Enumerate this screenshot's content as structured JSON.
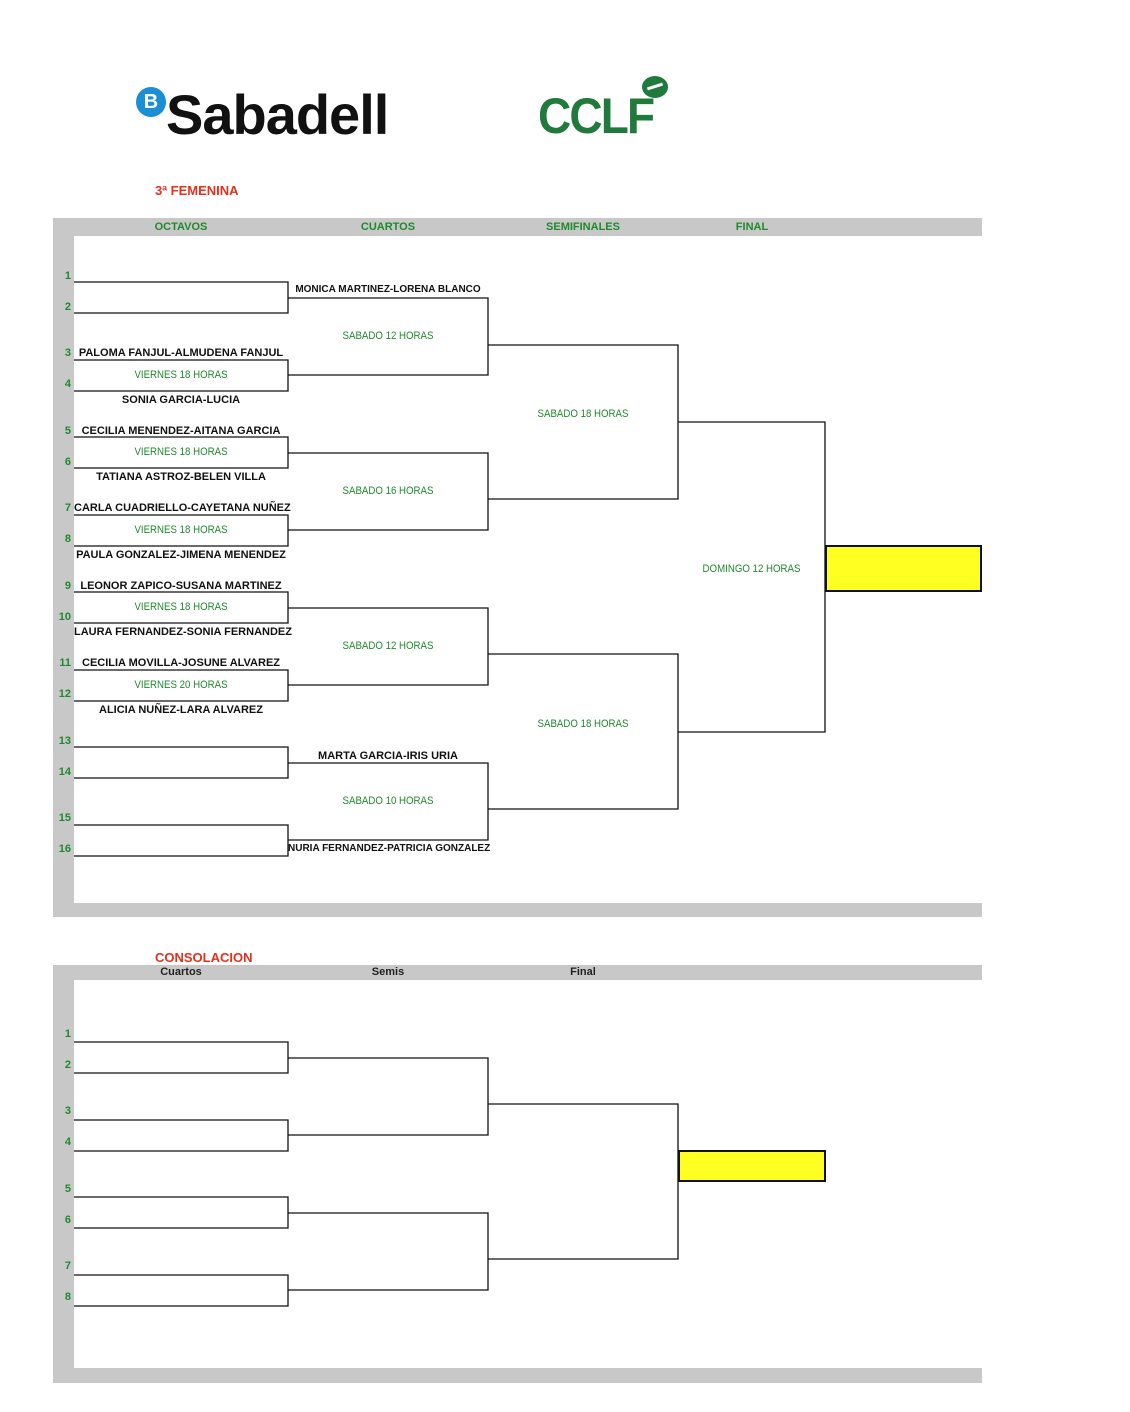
{
  "logos": {
    "sabadell_text": "Sabadell",
    "sabadell_badge": "B",
    "cclf_text": "CCLF"
  },
  "main": {
    "title": "3ª FEMENINA",
    "headers": [
      "OCTAVOS",
      "CUARTOS",
      "SEMIFINALES",
      "FINAL"
    ],
    "slot_numbers": [
      "1",
      "2",
      "3",
      "4",
      "5",
      "6",
      "7",
      "8",
      "9",
      "10",
      "11",
      "12",
      "13",
      "14",
      "15",
      "16"
    ],
    "octavos": [
      {
        "team_a": "PALOMA FANJUL-ALMUDENA FANJUL",
        "time": "VIERNES 18 HORAS",
        "team_b": "SONIA GARCIA-LUCIA"
      },
      {
        "team_a": "CECILIA MENENDEZ-AITANA GARCIA",
        "time": "VIERNES 18 HORAS",
        "team_b": "TATIANA ASTROZ-BELEN VILLA"
      },
      {
        "team_a": "CARLA CUADRIELLO-CAYETANA NUÑEZ",
        "time": "VIERNES 18 HORAS",
        "team_b": "PAULA GONZALEZ-JIMENA MENENDEZ"
      },
      {
        "team_a": "LEONOR ZAPICO-SUSANA MARTINEZ",
        "time": "VIERNES 18 HORAS",
        "team_b": "LAURA FERNANDEZ-SONIA FERNANDEZ"
      },
      {
        "team_a": "CECILIA MOVILLA-JOSUNE ALVAREZ",
        "time": "VIERNES 20 HORAS",
        "team_b": "ALICIA NUÑEZ-LARA ALVAREZ"
      }
    ],
    "cuartos": [
      {
        "seed_team": "MONICA MARTINEZ-LORENA BLANCO",
        "time": "SABADO 12 HORAS"
      },
      {
        "time": "SABADO 16 HORAS"
      },
      {
        "time": "SABADO 12 HORAS"
      },
      {
        "seed_team": "MARTA GARCIA-IRIS URIA",
        "time": "SABADO 10 HORAS",
        "seed_team_b": "NURIA FERNANDEZ-PATRICIA GONZALEZ"
      }
    ],
    "semifinales": [
      "SABADO 18 HORAS",
      "SABADO 18 HORAS"
    ],
    "final_time": "DOMINGO 12 HORAS",
    "colors": {
      "accent_green": "#1f8a2c",
      "title_red": "#e0321e",
      "winner_yellow": "#ffff22"
    }
  },
  "consolacion": {
    "title": "CONSOLACION",
    "headers": [
      "Cuartos",
      "Semis",
      "Final"
    ],
    "slot_numbers": [
      "1",
      "2",
      "3",
      "4",
      "5",
      "6",
      "7",
      "8"
    ]
  }
}
